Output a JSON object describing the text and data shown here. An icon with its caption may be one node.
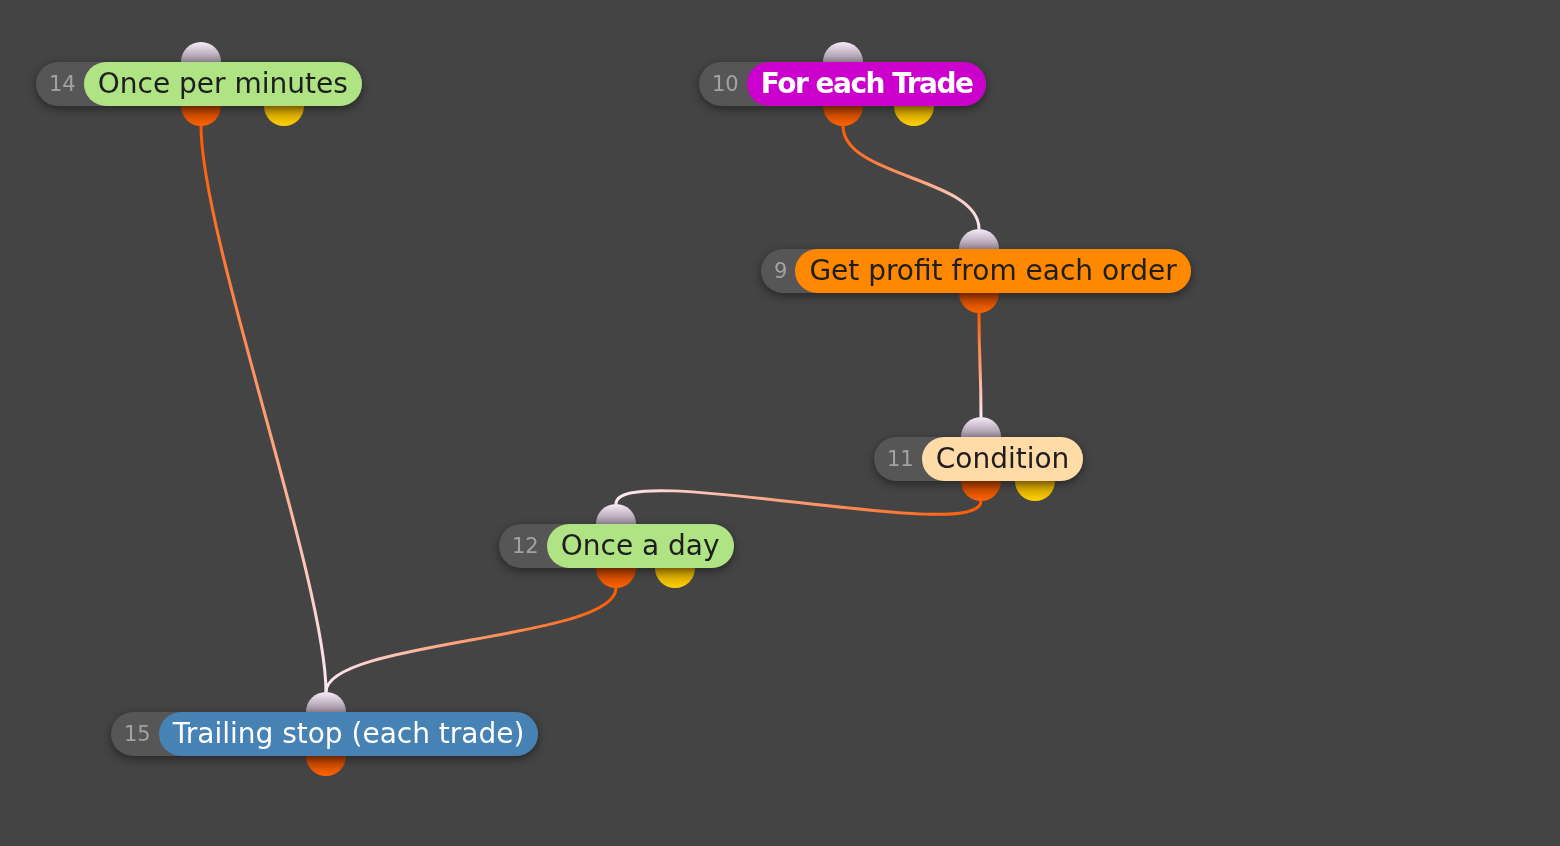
{
  "diagram": {
    "nodes": [
      {
        "text": [
          "14",
          "Once per minutes"
        ]
      },
      {
        "text": [
          "10",
          "For each Trade"
        ]
      },
      {
        "text": [
          "9",
          "Get profit from each order"
        ]
      },
      {
        "text": [
          "11",
          "Condition"
        ]
      },
      {
        "text": [
          "12",
          "Once a day"
        ]
      },
      {
        "text": [
          "15",
          "Trailing stop (each trade)"
        ]
      }
    ],
    "edges": [
      {
        "from": 1,
        "to": 2,
        "arrow": "none"
      },
      {
        "from": 2,
        "to": 3,
        "arrow": "none"
      },
      {
        "from": 3,
        "to": 4,
        "arrow": "none"
      },
      {
        "from": 4,
        "to": 5,
        "arrow": "none"
      },
      {
        "from": 0,
        "to": 5,
        "arrow": "none"
      }
    ]
  }
}
